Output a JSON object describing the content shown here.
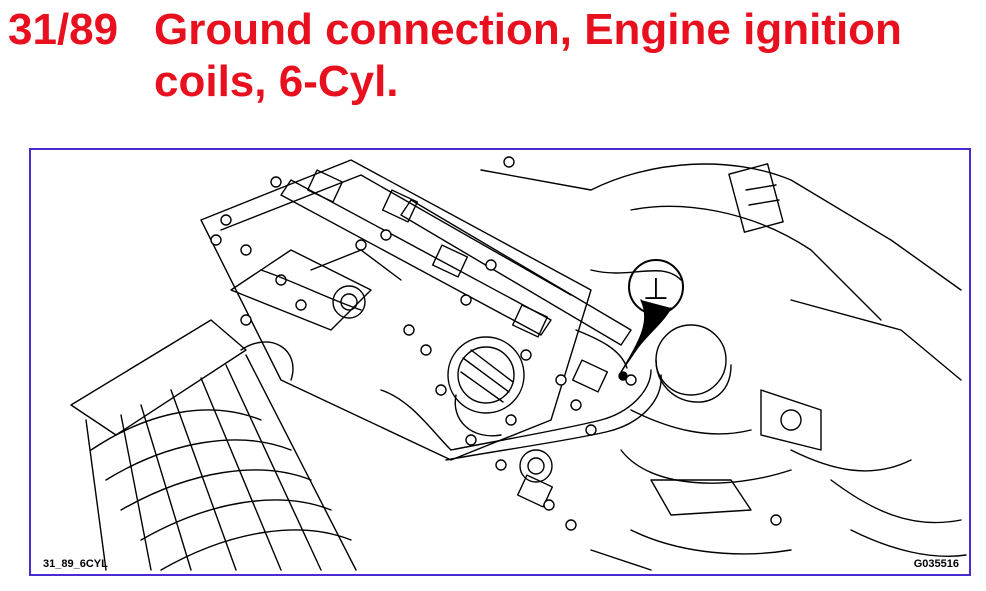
{
  "heading": {
    "number": "31/89",
    "title": "Ground connection, Engine ignition coils, 6-Cyl."
  },
  "figure": {
    "ref_left": "31_89_6CYL",
    "ref_right": "G035516",
    "ground_symbol": "⊥",
    "colors": {
      "frame": "#4a2bd0",
      "title": "#e8101e"
    }
  }
}
